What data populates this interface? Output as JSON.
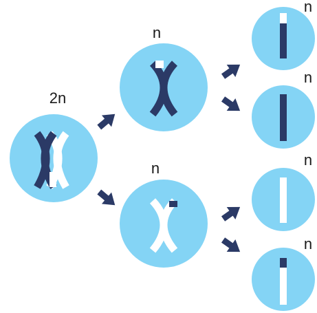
{
  "colors": {
    "cell": "#84d4f5",
    "dark": "#2b3a66",
    "light": "#ffffff",
    "arrow": "#2b3a66"
  },
  "labels": {
    "parent": "2n",
    "daughter_top": "n",
    "daughter_bottom": "n",
    "gamete_1": "n",
    "gamete_2": "n",
    "gamete_3": "n",
    "gamete_4": "n"
  }
}
